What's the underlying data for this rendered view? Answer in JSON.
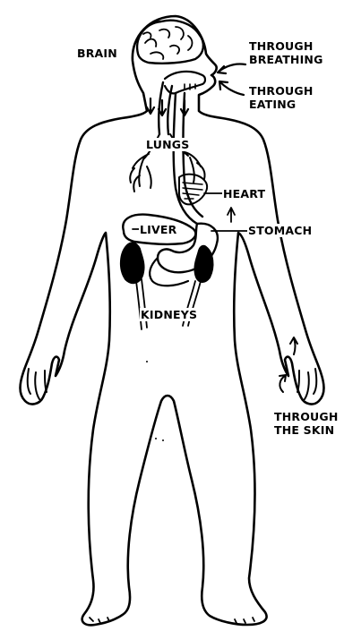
{
  "labels": {
    "brain": "BRAIN",
    "breathing_1": "THROUGH",
    "breathing_2": "BREATHING",
    "eating_1": "THROUGH",
    "eating_2": "EATING",
    "lungs": "LUNGS",
    "heart": "HEART",
    "liver": "LIVER",
    "stomach": "STOMACH",
    "kidneys": "KIDNEYS",
    "skin_1": "THROUGH",
    "skin_2": "THE SKIN"
  },
  "colors": {
    "ink": "#000000",
    "paper": "#ffffff"
  }
}
